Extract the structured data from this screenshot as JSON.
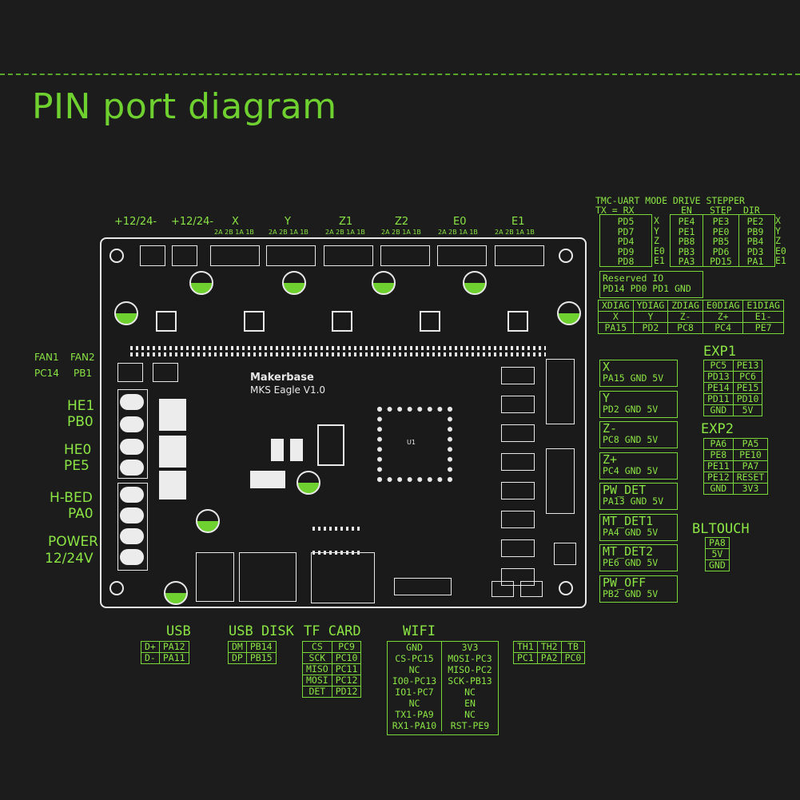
{
  "title": "PIN port diagram",
  "board": {
    "brand": "Makerbase",
    "model": "MKS Eagle V1.0",
    "chip_label": "U1"
  },
  "top_labels": [
    "+12/24-",
    "+12/24-",
    "X",
    "Y",
    "Z1",
    "Z2",
    "E0",
    "E1"
  ],
  "motor_pin_label": "2A 2B 1A 1B",
  "left_labels": {
    "fan1": "FAN1",
    "fan2": "FAN2",
    "fan1_pin": "PC14",
    "fan2_pin": "PB1",
    "he1": "HE1",
    "he1_pin": "PB0",
    "he0": "HE0",
    "he0_pin": "PE5",
    "hbed": "H-BED",
    "hbed_pin": "PA0",
    "power": "POWER",
    "power_v": "12/24V"
  },
  "tmc": {
    "header1": "TMC-UART MODE DRIVE STEPPER",
    "header2": "TX = RX",
    "col_en": "EN",
    "col_step": "STEP",
    "col_dir": "DIR",
    "uart": [
      "PD5",
      "PD7",
      "PD4",
      "PD9",
      "PD8"
    ],
    "axes": [
      "X",
      "Y",
      "Z",
      "E0",
      "E1"
    ],
    "en": [
      "PE4",
      "PE1",
      "PB8",
      "PB3",
      "PA3"
    ],
    "step": [
      "PE3",
      "PE0",
      "PB5",
      "PD6",
      "PD15"
    ],
    "dir": [
      "PE2",
      "PB9",
      "PB4",
      "PD3",
      "PA1"
    ],
    "axes2": [
      "X",
      "Y",
      "Z",
      "E0",
      "E1"
    ]
  },
  "reserved": {
    "line1": "Reserved IO",
    "line2": "PD14 PD0 PD1 GND"
  },
  "diag": {
    "names": [
      "XDIAG",
      "YDIAG",
      "ZDIAG",
      "E0DIAG",
      "E1DIAG"
    ],
    "axes": [
      "X",
      "Y",
      "Z-",
      "Z+",
      "E1-"
    ],
    "pins": [
      "PA15",
      "PD2",
      "PC8",
      "PC4",
      "PE7"
    ]
  },
  "endstops": [
    {
      "name": "X",
      "pins": "PA15 GND 5V"
    },
    {
      "name": "Y",
      "pins": "PD2 GND 5V"
    },
    {
      "name": "Z-",
      "pins": "PC8 GND 5V"
    },
    {
      "name": "Z+",
      "pins": "PC4 GND 5V"
    },
    {
      "name": "PW_DET",
      "pins": "PA13 GND 5V"
    },
    {
      "name": "MT_DET1",
      "pins": "PA4 GND 5V"
    },
    {
      "name": "MT_DET2",
      "pins": "PE6 GND 5V"
    },
    {
      "name": "PW_OFF",
      "pins": "PB2 GND 5V"
    }
  ],
  "exp1": {
    "label": "EXP1",
    "rows": [
      [
        "PC5",
        "PE13"
      ],
      [
        "PD13",
        "PC6"
      ],
      [
        "PE14",
        "PE15"
      ],
      [
        "PD11",
        "PD10"
      ],
      [
        "GND",
        "5V"
      ]
    ]
  },
  "exp2": {
    "label": "EXP2",
    "rows": [
      [
        "PA6",
        "PA5"
      ],
      [
        "PE8",
        "PE10"
      ],
      [
        "PE11",
        "PA7"
      ],
      [
        "PE12",
        "RESET"
      ],
      [
        "GND",
        "3V3"
      ]
    ]
  },
  "bltouch": {
    "label": "BLTOUCH",
    "pins": [
      "PA8",
      "5V",
      "GND"
    ]
  },
  "usb": {
    "label": "USB",
    "rows": [
      [
        "D+",
        "PA12"
      ],
      [
        "D-",
        "PA11"
      ]
    ]
  },
  "usb_disk": {
    "label": "USB DISK",
    "rows": [
      [
        "DM",
        "PB14"
      ],
      [
        "DP",
        "PB15"
      ]
    ]
  },
  "tf_card": {
    "label": "TF CARD",
    "rows": [
      [
        "CS",
        "PC9"
      ],
      [
        "SCK",
        "PC10"
      ],
      [
        "MISO",
        "PC11"
      ],
      [
        "MOSI",
        "PC12"
      ],
      [
        "DET",
        "PD12"
      ]
    ]
  },
  "wifi": {
    "label": "WIFI",
    "left": [
      "GND",
      "CS-PC15",
      "NC",
      "IO0-PC13",
      "IO1-PC7",
      "NC",
      "TX1-PA9",
      "RX1-PA10"
    ],
    "right": [
      "3V3",
      "MOSI-PC3",
      "MISO-PC2",
      "SCK-PB13",
      "NC",
      "EN",
      "NC",
      "RST-PE9"
    ]
  },
  "thermistors": {
    "names": [
      "TH1",
      "TH2",
      "TB"
    ],
    "pins": [
      "PC1",
      "PA2",
      "PC0"
    ]
  }
}
